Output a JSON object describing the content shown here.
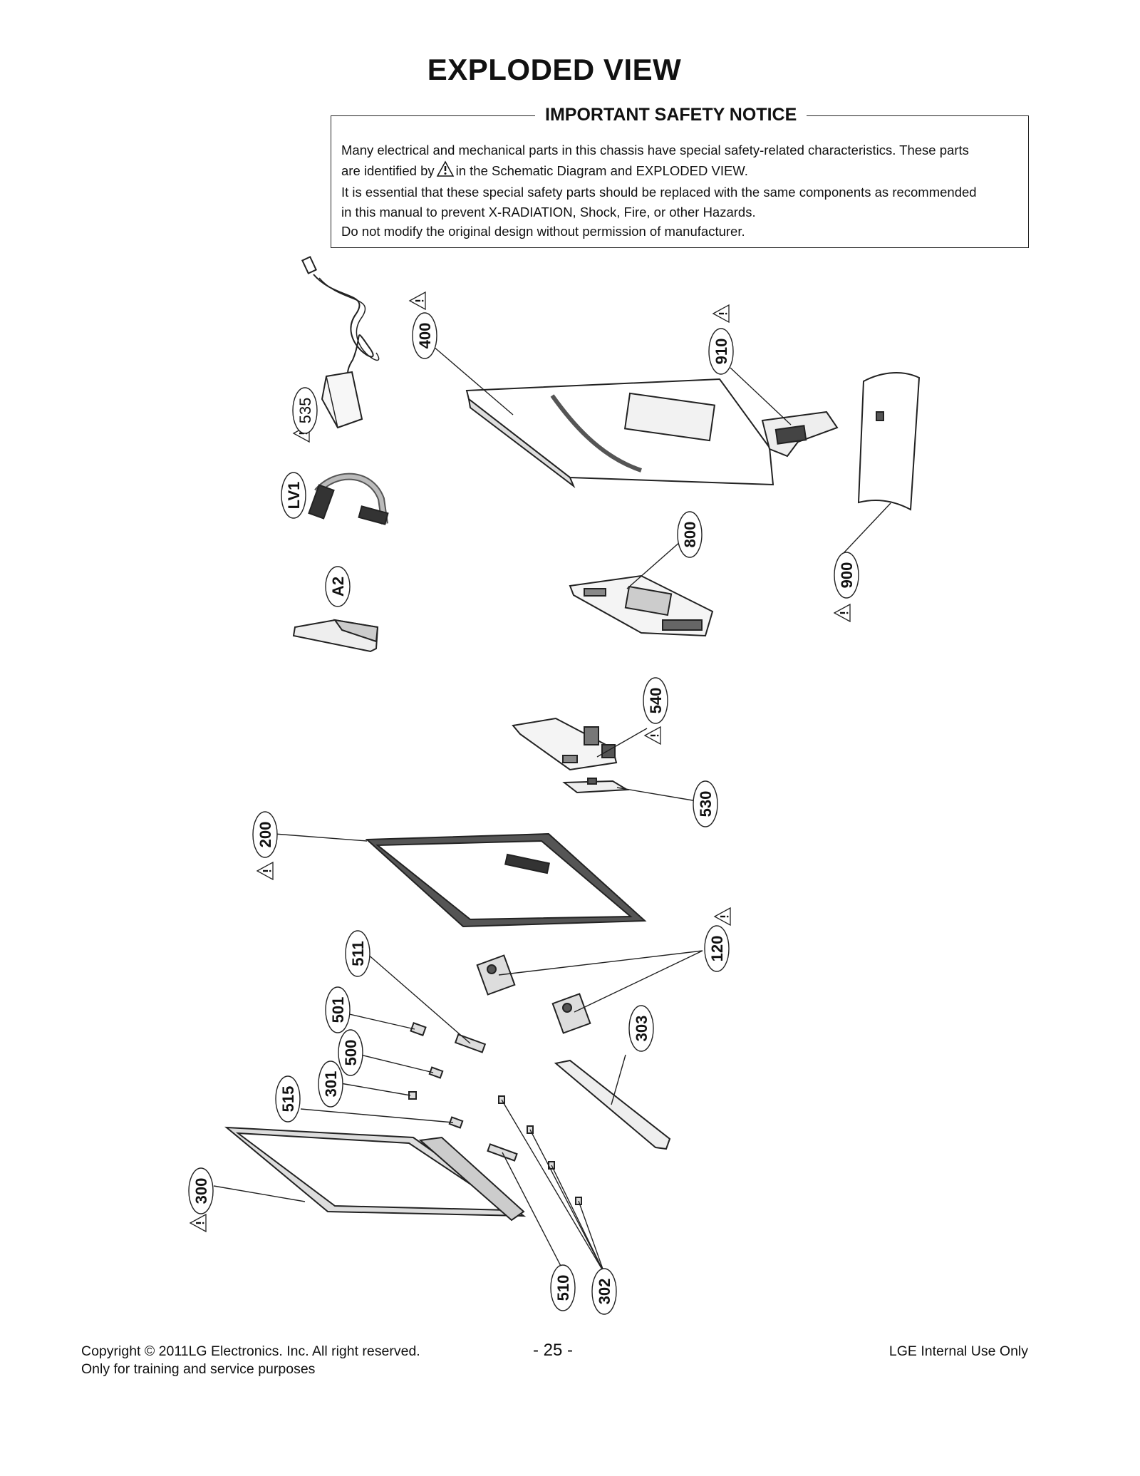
{
  "page": {
    "title": "EXPLODED VIEW"
  },
  "notice": {
    "heading": "IMPORTANT SAFETY NOTICE",
    "line1a": "Many electrical and mechanical parts in this chassis have special safety-related characteristics. These parts",
    "line2a": "are identified by",
    "line2b": "in the Schematic Diagram and EXPLODED VIEW.",
    "line3": "It is essential that these special safety parts should be replaced with the same components as recommended",
    "line4": "in this manual to prevent X-RADIATION, Shock, Fire, or other Hazards.",
    "line5": "Do not modify the original design without permission of manufacturer."
  },
  "parts": {
    "p535": "535",
    "pLV1": "LV1",
    "pA2": "A2",
    "p400": "400",
    "p910": "910",
    "p900": "900",
    "p800": "800",
    "p540": "540",
    "p530": "530",
    "p200": "200",
    "p120": "120",
    "p511": "511",
    "p501": "501",
    "p500": "500",
    "p301": "301",
    "p515": "515",
    "p303": "303",
    "p300": "300",
    "p510": "510",
    "p302": "302"
  },
  "footer": {
    "copyright": "Copyright © 2011LG Electronics. Inc. All right reserved.",
    "purpose": "Only for training and service purposes",
    "page_number": "- 25 -",
    "internal": "LGE Internal Use Only"
  }
}
